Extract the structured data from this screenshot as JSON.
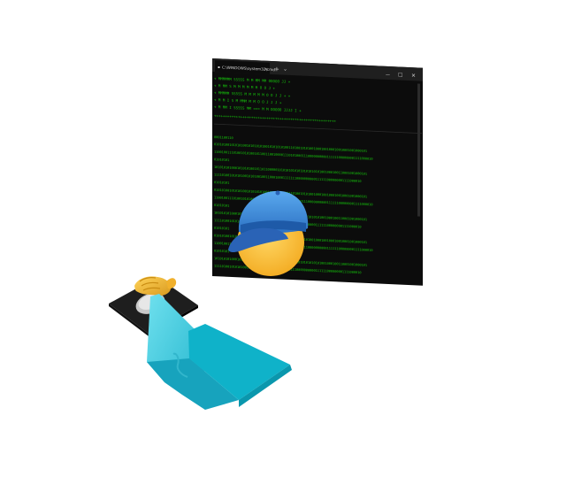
{
  "window": {
    "tab_title": "C:\\WINDOWS\\system32\\cmd.",
    "new_tab": "+",
    "dropdown": "⌄",
    "minimize": "—",
    "maximize": "☐",
    "close": "✕"
  },
  "terminal": {
    "banner_rows": [
      "+ MMMMMM  SSSSS  M  M      MM   MM   OOOOO       JJ   +",
      "+ M   MM  S      M  M      M M M M   O   O       J    +",
      "+ MMMMM   SSSSS  M  M     M  M   M   O   O  J    J  + +",
      "+ M   M I     S  M  MMM     M    M   O   O  J  J J    +",
      "+ M   MM I SSSSS  MM  ===   M    M   OOOOO   JJJJ    I +"
    ],
    "separator": "++++++++++++++++++++++++++++++++++++++++++++++++++++++++",
    "line_a": "0001100110",
    "binary_lines": [
      "01010100101010100101010101001010101010011010010101001000100100010010001001000101",
      "11001001110100101010010110011001000011101010001110000000000111111000000001111000010",
      "01010101",
      "10101010100010101010010110110000010101010101010101010101001000100110001001000101",
      "11110100101010100101010010011000100011111110000000000111111000000001111000010",
      "01010101",
      "01010100101010100101010101001010101010011010010101001000100100010010001001000101",
      "11001001110100101010010110011001000011101010001110000000000111111000000001111000010",
      "01010101",
      "10101010100010101010010110110000010101010101010101010101001000100110001001000101",
      "11110100101010100101010010011000100011111110000000000111111000000001111000010",
      "01010101",
      "01010100101010100101010101001010101010011010010101001000100100010010001001000101",
      "11001001110100101010010110011001000011101010001110000000000111111000000001111000010",
      "01010101",
      "10101010100010101010010110110000010101010101010101010101001000100110001001000101",
      "11110100101010100101010010011000100011111110000000000111111000000001111000010"
    ]
  },
  "colors": {
    "terminal_bg": "#0c0c0c",
    "titlebar_bg": "#1f1f1f",
    "matrix_green": "#16c60c",
    "cap_blue": "#3f8fd8",
    "face_yellow": "#ffc83d",
    "hand_gold": "#f4b735",
    "mouse_pad": "#1e1e1e",
    "laptop_cyan": "#4fd3e6"
  }
}
